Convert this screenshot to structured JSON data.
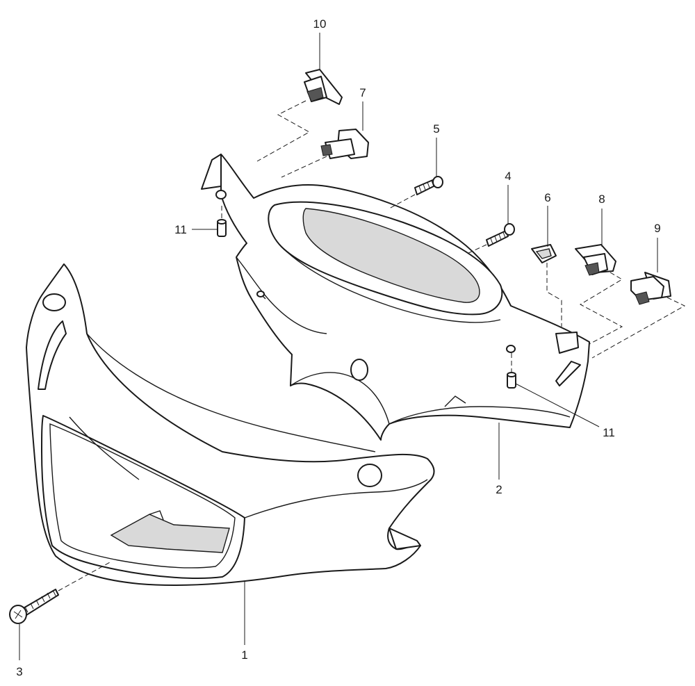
{
  "callouts": {
    "c1": "1",
    "c2": "2",
    "c3": "3",
    "c4": "4",
    "c5": "5",
    "c6": "6",
    "c7": "7",
    "c8": "8",
    "c9": "9",
    "c10": "10",
    "c11a": "11",
    "c11b": "11"
  },
  "colors": {
    "line": "#1a1a1a",
    "background": "#ffffff"
  }
}
